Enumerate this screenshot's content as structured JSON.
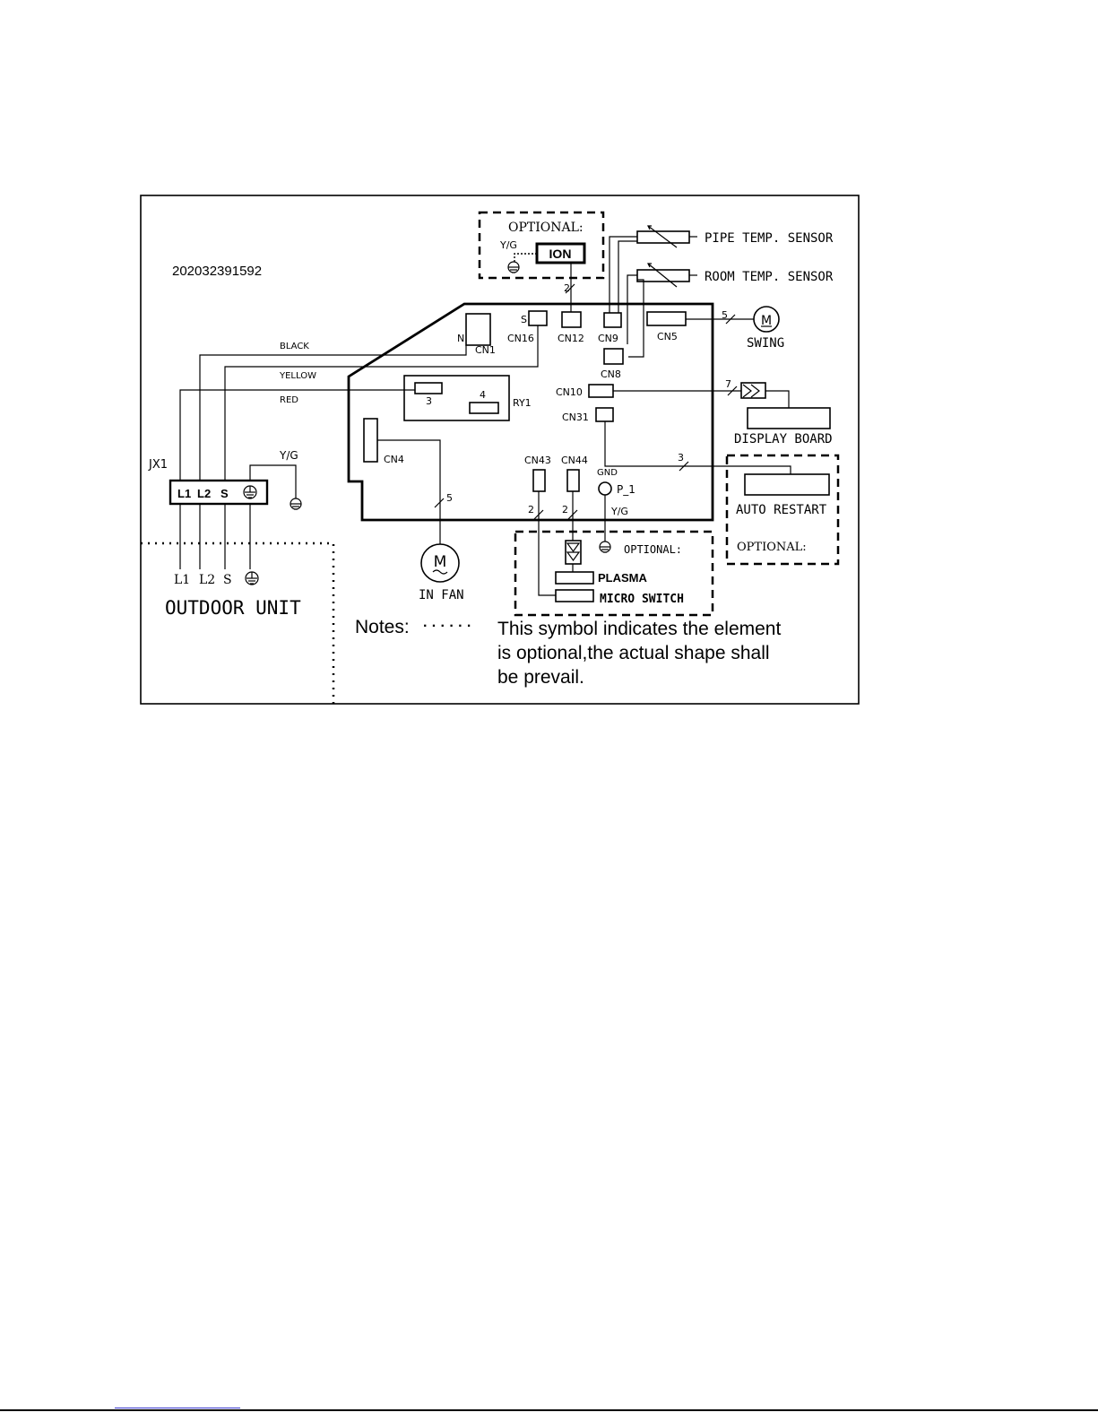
{
  "diagram": {
    "code": "202032391592",
    "optional_label": "OPTIONAL:",
    "yg": "Y/G",
    "ion": "ION",
    "pipe_sensor": "PIPE TEMP. SENSOR",
    "room_sensor": "ROOM TEMP. SENSOR",
    "swing": "SWING",
    "display_board": "DISPLAY BOARD",
    "auto_restart": "AUTO RESTART",
    "in_fan": "IN FAN",
    "outdoor_unit": "OUTDOOR UNIT",
    "plasma": "PLASMA",
    "micro_switch": "MICRO SWITCH",
    "motor_symbol": "M",
    "wires": {
      "black": "BLACK",
      "yellow": "YELLOW",
      "red": "RED"
    },
    "terminal": {
      "name": "JX1",
      "l1": "L1",
      "l2": "L2",
      "s": "S"
    },
    "connectors": {
      "cn1": "CN1",
      "cn16": "CN16",
      "cn12": "CN12",
      "cn9": "CN9",
      "cn8": "CN8",
      "cn5": "CN5",
      "cn10": "CN10",
      "cn31": "CN31",
      "cn4": "CN4",
      "cn43": "CN43",
      "cn44": "CN44",
      "ry1": "RY1",
      "gnd": "GND",
      "p1": "P_1",
      "n": "N",
      "s": "S",
      "relay3": "3",
      "relay4": "4"
    },
    "wire_counts": {
      "ion": "2",
      "swing": "5",
      "display": "7",
      "auto": "3",
      "fan": "5",
      "cn43": "2",
      "cn44": "2"
    },
    "notes_label": "Notes:",
    "notes_dots": "· · · · · ·",
    "notes_line1": "This symbol  indicates the element",
    "notes_line2": "is optional,the actual shape shall",
    "notes_line3": " be prevail."
  }
}
